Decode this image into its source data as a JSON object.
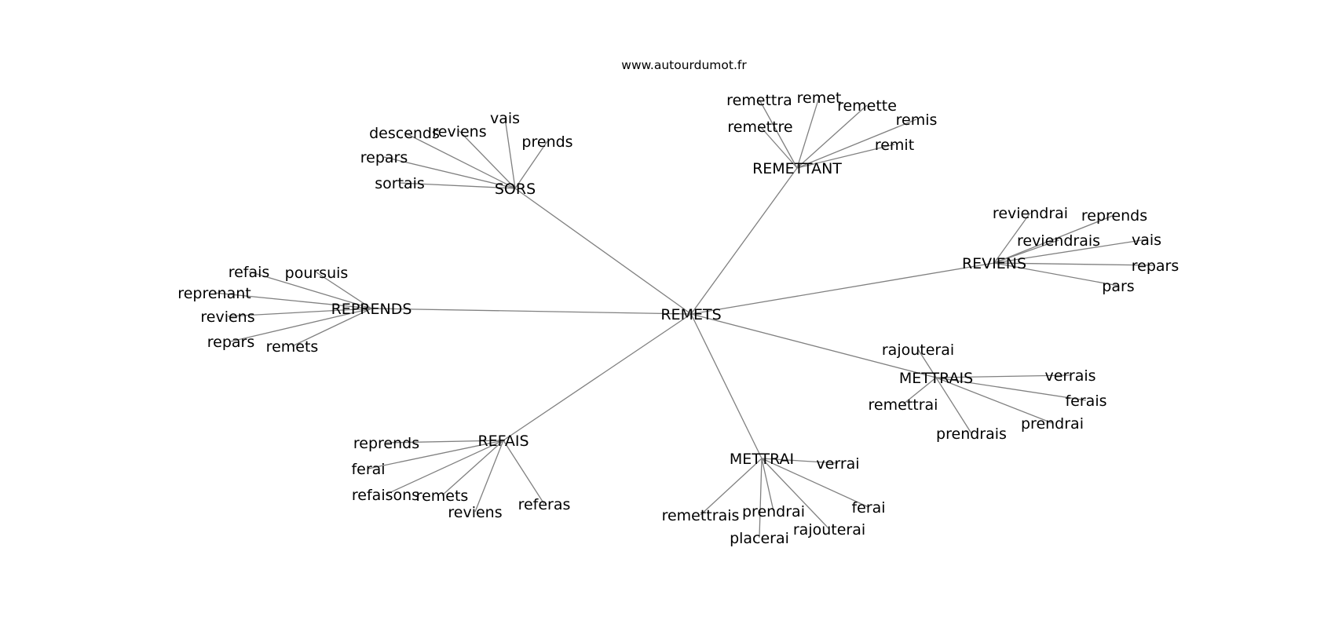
{
  "title": "www.autourdumot.fr",
  "colors": {
    "edge": "#808080",
    "text": "#000000",
    "background": "#ffffff"
  },
  "graph": {
    "root": "REMETS",
    "groups": [
      {
        "hub": "SORS",
        "leaves": [
          "descends",
          "reviens",
          "vais",
          "prends",
          "repars",
          "sortais"
        ]
      },
      {
        "hub": "REMETTANT",
        "leaves": [
          "remettra",
          "remet",
          "remette",
          "remis",
          "remettre",
          "remit"
        ]
      },
      {
        "hub": "REVIENS",
        "leaves": [
          "reviendrai",
          "reprends",
          "reviendrais",
          "vais",
          "repars",
          "pars"
        ]
      },
      {
        "hub": "REPRENDS",
        "leaves": [
          "refais",
          "poursuis",
          "reprenant",
          "reviens",
          "repars",
          "remets"
        ]
      },
      {
        "hub": "METTRAIS",
        "leaves": [
          "rajouterai",
          "verrais",
          "remettrai",
          "ferais",
          "prendrai",
          "prendrais"
        ]
      },
      {
        "hub": "REFAIS",
        "leaves": [
          "reprends",
          "ferai",
          "refaisons",
          "remets",
          "reviens",
          "referas"
        ]
      },
      {
        "hub": "METTRAI",
        "leaves": [
          "verrai",
          "remettrais",
          "prendrai",
          "ferai",
          "rajouterai",
          "placerai"
        ]
      }
    ]
  }
}
